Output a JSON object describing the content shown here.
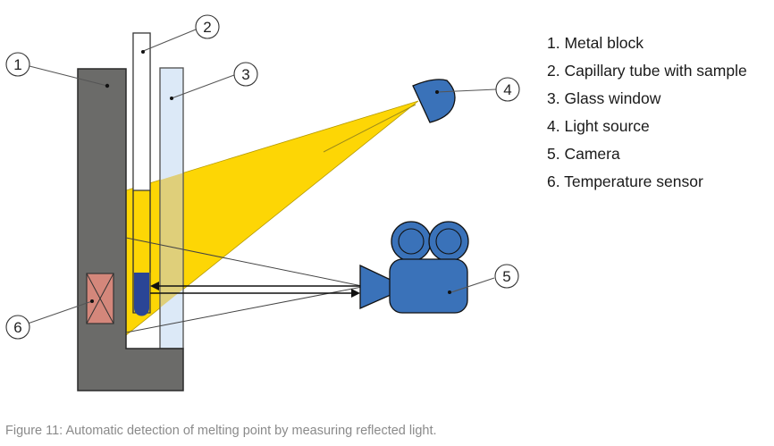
{
  "diagram": {
    "title": "Automatic detection of melting point by measuring reflected light",
    "callouts": [
      {
        "number": "1",
        "label": "Metal block"
      },
      {
        "number": "2",
        "label": "Capillary tube with sample"
      },
      {
        "number": "3",
        "label": "Glass window"
      },
      {
        "number": "4",
        "label": "Light source"
      },
      {
        "number": "5",
        "label": "Camera"
      },
      {
        "number": "6",
        "label": "Temperature sensor"
      }
    ],
    "colors": {
      "metal_block": "#6b6b69",
      "glass_window": "#dce9f7",
      "light_beam": "#fdd605",
      "beam_over_glass": "#dfcf7a",
      "sample": "#2a4596",
      "device_blue": "#3a72b9",
      "temperature_sensor": "#d4877b",
      "outline": "#222222"
    }
  },
  "legend": {
    "items": [
      "1. Metal block",
      "2. Capillary tube with sample",
      "3. Glass window",
      "4. Light source",
      "5. Camera",
      "6. Temperature sensor"
    ]
  },
  "caption": "Figure 11: Automatic detection of melting point by measuring reflected light."
}
